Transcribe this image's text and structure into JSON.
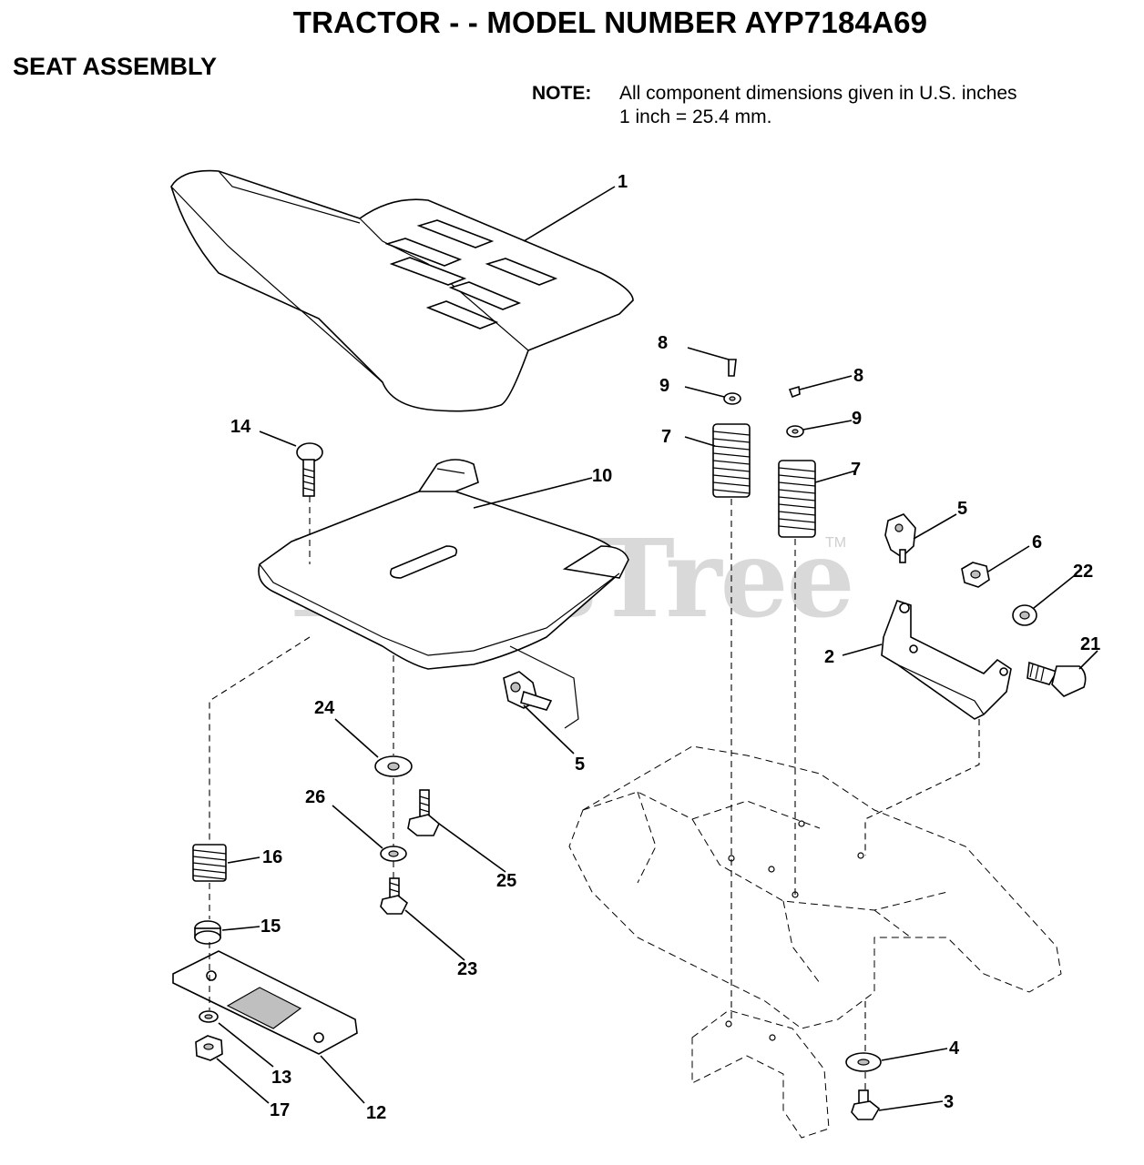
{
  "header": {
    "title": "TRACTOR - - MODEL NUMBER AYP7184A69",
    "section": "SEAT ASSEMBLY"
  },
  "note": {
    "label": "NOTE:",
    "line1": "All component dimensions given in U.S. inches",
    "line2": "1 inch = 25.4 mm."
  },
  "watermark": {
    "text": "PartsTree",
    "trademark": "TM"
  },
  "callouts": {
    "c1": "1",
    "c2": "2",
    "c3": "3",
    "c4": "4",
    "c5a": "5",
    "c5b": "5",
    "c6": "6",
    "c7a": "7",
    "c7b": "7",
    "c8a": "8",
    "c8b": "8",
    "c9a": "9",
    "c9b": "9",
    "c10": "10",
    "c12": "12",
    "c13": "13",
    "c14": "14",
    "c15": "15",
    "c16": "16",
    "c17": "17",
    "c21": "21",
    "c22": "22",
    "c23": "23",
    "c24": "24",
    "c25": "25",
    "c26": "26"
  }
}
